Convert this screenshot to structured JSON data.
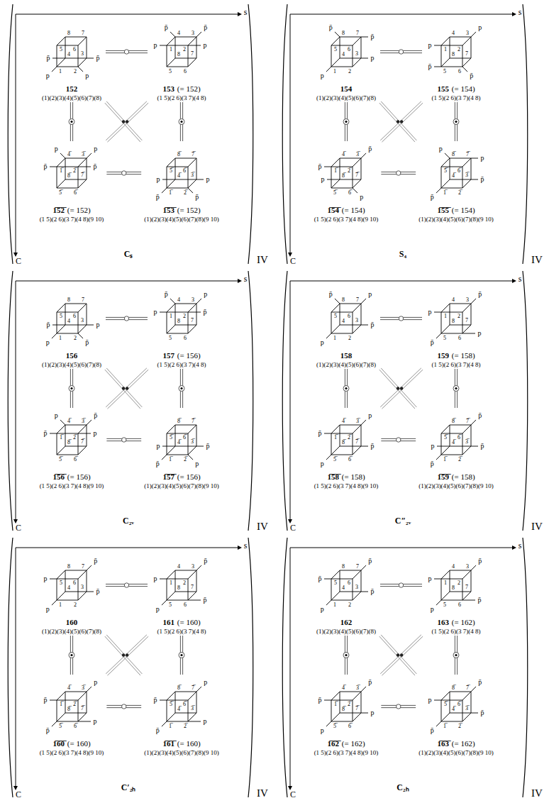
{
  "diagram": {
    "nodes": [
      {
        "text": [
          "s",
          "C",
          "Cₛ",
          "IV"
        ]
      },
      {
        "text": [
          "152",
          "(1)(2)(3)(4)(5)(6)(7)(8)"
        ],
        "in": 0
      },
      {
        "text": [
          "153",
          "(= 152)",
          "(1 5)(2 6)(3 7)(4 8)"
        ],
        "in": 0
      },
      {
        "text": [
          "1̅5̅2̅",
          "(= 152)",
          "(1 5)(2 6)(3 7)(4 8)(9 10)"
        ],
        "in": 0
      },
      {
        "text": [
          "1̅5̅3̅",
          "(= 152)",
          "(1)(2)(3)(4)(5)(6)(7)(8)(9 10)"
        ],
        "in": 0
      },
      {
        "text": [
          "s",
          "C",
          "S₄",
          "IV"
        ]
      },
      {
        "text": [
          "154",
          "(1)(2)(3)(4)(5)(6)(7)(8)"
        ],
        "in": 5
      },
      {
        "text": [
          "155",
          "(= 154)",
          "(1 5)(2 6)(3 7)(4 8)"
        ],
        "in": 5
      },
      {
        "text": [
          "1̅5̅4̅",
          "(= 154)",
          "(1 5)(2 6)(3 7)(4 8)(9 10)"
        ],
        "in": 5
      },
      {
        "text": [
          "1̅5̅5̅",
          "(= 154)",
          "(1)(2)(3)(4)(5)(6)(7)(8)(9 10)"
        ],
        "in": 5
      },
      {
        "text": [
          "s",
          "C",
          "C₂ᵥ",
          "IV"
        ]
      },
      {
        "text": [
          "156",
          "(1)(2)(3)(4)(5)(6)(7)(8)"
        ],
        "in": 10
      },
      {
        "text": [
          "157",
          "(= 156)",
          "(1 5)(2 6)(3 7)(4 8)"
        ],
        "in": 10
      },
      {
        "text": [
          "1̅5̅6̅",
          "(= 156)",
          "(1 5)(2 6)(3 7)(4 8)(9 10)"
        ],
        "in": 10
      },
      {
        "text": [
          "1̅5̅7̅",
          "(= 156)",
          "(1)(2)(3)(4)(5)(6)(7)(8)(9 10)"
        ],
        "in": 10
      },
      {
        "text": [
          "s",
          "C",
          "C″₂ᵥ",
          "IV"
        ]
      },
      {
        "text": [
          "158",
          "(1)(2)(3)(4)(5)(6)(7)(8)"
        ],
        "in": 15
      },
      {
        "text": [
          "159",
          "(= 158)",
          "(1 5)(2 6)(3 7)(4 8)"
        ],
        "in": 15
      },
      {
        "text": [
          "1̅5̅8̅",
          "(= 158)",
          "(1 5)(2 6)(3 7)(4 8)(9 10)"
        ],
        "in": 15
      },
      {
        "text": [
          "1̅5̅9̅",
          "(= 158)",
          "(1)(2)(3)(4)(5)(6)(7)(8)(9 10)"
        ],
        "in": 15
      },
      {
        "text": [
          "s",
          "C",
          "C′₂ₕ",
          "IV"
        ]
      },
      {
        "text": [
          "160",
          "(1)(2)(3)(4)(5)(6)(7)(8)"
        ],
        "in": 20
      },
      {
        "text": [
          "161",
          "(= 160)",
          "(1 5)(2 6)(3 7)(4 8)"
        ],
        "in": 20
      },
      {
        "text": [
          "1̅6̅0̅",
          "(= 160)",
          "(1 5)(2 6)(3 7)(4 8)(9 10)"
        ],
        "in": 20
      },
      {
        "text": [
          "1̅6̅1̅",
          "(= 160)",
          "(1)(2)(3)(4)(5)(6)(7)(8)(9 10)"
        ],
        "in": 20
      },
      {
        "text": [
          "s",
          "C",
          "C₂ₕ",
          "IV"
        ]
      },
      {
        "text": [
          "162",
          "(1)(2)(3)(4)(5)(6)(7)(8)"
        ],
        "in": 25
      },
      {
        "text": [
          "163",
          "(= 162)",
          "(1 5)(2 6)(3 7)(4 8)"
        ],
        "in": 25
      },
      {
        "text": [
          "1̅6̅2̅",
          "(= 162)",
          "(1 5)(2 6)(3 7)(4 8)(9 10)"
        ],
        "in": 25
      },
      {
        "text": [
          "1̅6̅3̅",
          "(= 162)",
          "(1)(2)(3)(4)(5)(6)(7)(8)(9 10)"
        ],
        "in": 25
      }
    ],
    "edges": [
      {
        "from": 1,
        "to": 2,
        "arrow": "none"
      },
      {
        "from": 1,
        "to": 3,
        "arrow": "none"
      },
      {
        "from": 2,
        "to": 4,
        "arrow": "none"
      },
      {
        "from": 1,
        "to": 4,
        "arrow": "none"
      },
      {
        "from": 2,
        "to": 3,
        "arrow": "none"
      },
      {
        "from": 3,
        "to": 4,
        "arrow": "none"
      },
      {
        "from": 6,
        "to": 7,
        "arrow": "none"
      },
      {
        "from": 6,
        "to": 8,
        "arrow": "none"
      },
      {
        "from": 7,
        "to": 9,
        "arrow": "none"
      },
      {
        "from": 6,
        "to": 9,
        "arrow": "none"
      },
      {
        "from": 7,
        "to": 8,
        "arrow": "none"
      },
      {
        "from": 8,
        "to": 9,
        "arrow": "none"
      },
      {
        "from": 11,
        "to": 12,
        "arrow": "none"
      },
      {
        "from": 11,
        "to": 13,
        "arrow": "none"
      },
      {
        "from": 12,
        "to": 14,
        "arrow": "none"
      },
      {
        "from": 11,
        "to": 14,
        "arrow": "none"
      },
      {
        "from": 12,
        "to": 13,
        "arrow": "none"
      },
      {
        "from": 13,
        "to": 14,
        "arrow": "none"
      },
      {
        "from": 16,
        "to": 17,
        "arrow": "none"
      },
      {
        "from": 16,
        "to": 18,
        "arrow": "none"
      },
      {
        "from": 17,
        "to": 19,
        "arrow": "none"
      },
      {
        "from": 16,
        "to": 19,
        "arrow": "none"
      },
      {
        "from": 17,
        "to": 18,
        "arrow": "none"
      },
      {
        "from": 18,
        "to": 19,
        "arrow": "none"
      },
      {
        "from": 21,
        "to": 22,
        "arrow": "none"
      },
      {
        "from": 21,
        "to": 23,
        "arrow": "none"
      },
      {
        "from": 22,
        "to": 24,
        "arrow": "none"
      },
      {
        "from": 21,
        "to": 24,
        "arrow": "none"
      },
      {
        "from": 22,
        "to": 23,
        "arrow": "none"
      },
      {
        "from": 23,
        "to": 24,
        "arrow": "none"
      },
      {
        "from": 26,
        "to": 27,
        "arrow": "none"
      },
      {
        "from": 26,
        "to": 28,
        "arrow": "none"
      },
      {
        "from": 27,
        "to": 29,
        "arrow": "none"
      },
      {
        "from": 26,
        "to": 29,
        "arrow": "none"
      },
      {
        "from": 27,
        "to": 28,
        "arrow": "none"
      },
      {
        "from": 28,
        "to": 29,
        "arrow": "none"
      }
    ],
    "labels": [
      "8",
      "7",
      "5",
      "6",
      "4",
      "3",
      "1",
      "2",
      "p̄",
      "p",
      "p̄",
      "p",
      "4",
      "3",
      "1",
      "2",
      "8",
      "7",
      "5",
      "6",
      "p̄",
      "p̄",
      "p",
      "p",
      "4̅",
      "3̅",
      "1̅",
      "2̅",
      "8̅",
      "7̅",
      "5̅",
      "6̅",
      "p",
      "p",
      "p̄",
      "p̄",
      "8̅",
      "7̅",
      "5̅",
      "6̅",
      "4̅",
      "3̅",
      "1̅",
      "2̅",
      "p",
      "p",
      "p̄",
      "p̄",
      "8",
      "7",
      "5",
      "6",
      "4",
      "3",
      "1",
      "2",
      "p̄",
      "p̄",
      "p",
      "p",
      "4",
      "3",
      "1",
      "2",
      "8",
      "7",
      "5",
      "6",
      "p",
      "p",
      "p̄",
      "p̄",
      "4̅",
      "3̅",
      "1̅",
      "2̅",
      "8̅",
      "7̅",
      "5̅",
      "6̅",
      "p̄",
      "p̄",
      "p",
      "p",
      "8̅",
      "7̅",
      "5̅",
      "6̅",
      "4̅",
      "3̅",
      "1̅",
      "2̅",
      "p",
      "p",
      "p̄",
      "p̄",
      "8",
      "7",
      "5",
      "6",
      "4",
      "3",
      "1",
      "2",
      "p",
      "p̄",
      "p",
      "p̄",
      "4",
      "3",
      "1",
      "2",
      "8",
      "7",
      "5",
      "6",
      "p̄",
      "p",
      "p",
      "p̄",
      "4̅",
      "3̅",
      "1̅",
      "2̅",
      "8̅",
      "7̅",
      "5̅",
      "6̅",
      "p",
      "p̄",
      "p̄",
      "p",
      "8̅",
      "7̅",
      "5̅",
      "6̅",
      "4̅",
      "3̅",
      "1̅",
      "2̅",
      "p",
      "p̄",
      "p̄",
      "p",
      "8",
      "7",
      "5",
      "6",
      "4",
      "3",
      "1",
      "2",
      "p̄",
      "p",
      "p̄",
      "p",
      "4",
      "3",
      "1",
      "2",
      "8",
      "7",
      "5",
      "6",
      "p̄",
      "p",
      "p",
      "p̄",
      "4̅",
      "3̅",
      "1̅",
      "2̅",
      "8̅",
      "7̅",
      "5̅",
      "6̅",
      "p",
      "p̄",
      "p̄",
      "p",
      "8̅",
      "7̅",
      "5̅",
      "6̅",
      "4̅",
      "3̅",
      "1̅",
      "2̅",
      "p̄",
      "p",
      "p̄",
      "p̄",
      "8",
      "7",
      "5",
      "6",
      "4",
      "3",
      "1",
      "2",
      "p̄",
      "p",
      "p̄",
      "p",
      "4",
      "3",
      "1",
      "2",
      "8",
      "7",
      "5",
      "6",
      "p̄",
      "p",
      "p̄",
      "p",
      "4̅",
      "3̅",
      "1̅",
      "2̅",
      "8̅",
      "7̅",
      "5̅",
      "6̅",
      "p",
      "p̄",
      "p",
      "p̄",
      "8̅",
      "7̅",
      "5̅",
      "6̅",
      "4̅",
      "3̅",
      "1̅",
      "2̅",
      "p",
      "p̄",
      "p",
      "p̄",
      "8",
      "7",
      "5",
      "6",
      "4",
      "3",
      "1",
      "2",
      "p̄",
      "p̄",
      "p̄",
      "p",
      "4",
      "3",
      "1",
      "2",
      "8",
      "7",
      "5",
      "6",
      "p̄",
      "p",
      "p̄",
      "p",
      "4̅",
      "3̅",
      "1̅",
      "2̅",
      "8̅",
      "7̅",
      "5̅",
      "6̅",
      "p̄",
      "p̄",
      "p",
      "p",
      "8̅",
      "7̅",
      "5̅",
      "6̅",
      "4̅",
      "3̅",
      "1̅",
      "2̅",
      "p̄",
      "p",
      "p̄",
      "p̄"
    ]
  }
}
